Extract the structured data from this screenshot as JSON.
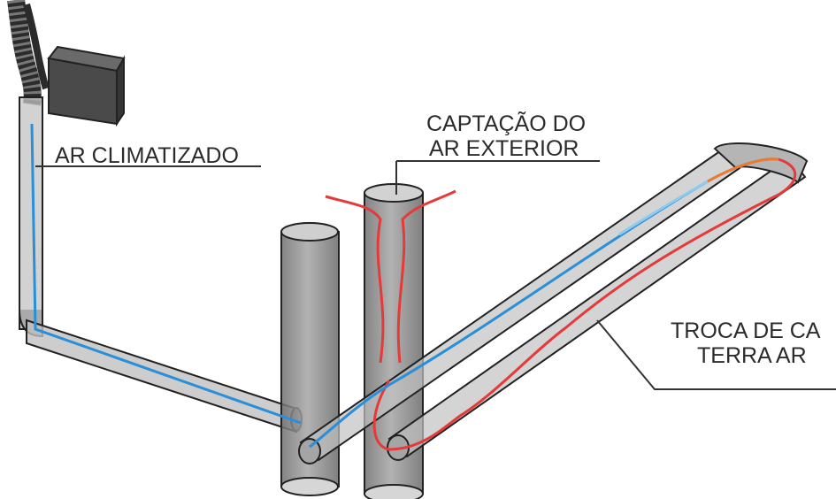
{
  "labels": {
    "captacao_line1": "CAPTAÇÃO DO",
    "captacao_line2": "AR EXTERIOR",
    "ar_climatizado": "AR CLIMATIZADO",
    "troca_line1": "TROCA DE CA",
    "troca_line2": "TERRA AR"
  },
  "colors": {
    "cold_flow": "#2a8fd8",
    "light_flow": "#8ec9ef",
    "warm_flow": "#f07a2a",
    "hot_flow": "#e53a3a",
    "pale_red_flow": "#f08a8a",
    "pipe_fill": "#b9b9b9",
    "shaft_fill": "#8a8a8a",
    "unit_fill": "#4a4a4a",
    "leader_line": "#333333"
  },
  "icons": {
    "unit": "air-handling-unit",
    "hose": "flexible-duct"
  }
}
